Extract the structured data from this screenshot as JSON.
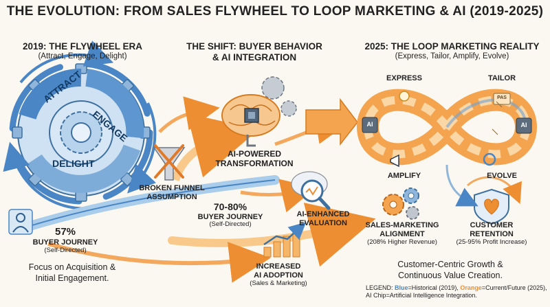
{
  "title": "THE EVOLUTION: FROM SALES FLYWHEEL TO LOOP MARKETING & AI (2019-2025)",
  "col1": {
    "title": "2019: THE FLYWHEEL ERA",
    "subtitle": "(Attract, Engage, Delight)",
    "attract": "ATTRACT",
    "engage": "ENGAGE",
    "delight": "DELIGHT",
    "stat": "57%",
    "stat_label": "BUYER JOURNEY",
    "stat_sub": "(Self-Directed)",
    "footer_line1": "Focus on Acquisition &",
    "footer_line2": "Initial Engagement."
  },
  "col2": {
    "title_line1": "THE SHIFT: BUYER BEHAVIOR",
    "title_line2": "& AI INTEGRATION",
    "ai_label_line1": "AI-POWERED",
    "ai_label_line2": "TRANSFORMATION",
    "funnel_line1": "BROKEN FUNNEL",
    "funnel_line2": "ASSUMPTION",
    "stat": "70-80%",
    "stat_label": "BUYER JOURNEY",
    "stat_sub": "(Self-Directed)",
    "eval_line1": "AI-ENHANCED",
    "eval_line2": "EVALUATION",
    "adopt_line1": "INCREASED",
    "adopt_line2": "AI ADOPTION",
    "adopt_sub": "(Sales & Marketing)"
  },
  "col3": {
    "title": "2025: THE LOOP MARKETING REALITY",
    "subtitle": "(Express, Tailor, Amplify, Evolve)",
    "express": "EXPRESS",
    "tailor": "TAILOR",
    "amplify": "AMPLIFY",
    "evolve": "EVOLVE",
    "chip_left": "AI",
    "chip_right": "AI",
    "tag": "PAS",
    "align_line1": "SALES-MARKETING",
    "align_line2": "ALIGNMENT",
    "align_sub": "(208% Higher Revenue)",
    "ret_line1": "CUSTOMER",
    "ret_line2": "RETENTION",
    "ret_sub": "(25-95% Profit Increase)",
    "footer_line1": "Customer-Centric Growth &",
    "footer_line2": "Continuous Value Creation."
  },
  "legend": {
    "prefix": "LEGEND: ",
    "blue": "Blue",
    "blue_text": "=Historical (2019), ",
    "orange": "Orange",
    "orange_text": "=Current/Future (2025),",
    "line2": "AI Chip=Artificial Intelligence Integration."
  },
  "colors": {
    "blue": "#4a86c5",
    "light_blue": "#a9cdea",
    "orange": "#ee8e33",
    "light_orange": "#f8c98a",
    "gray": "#8a8f96"
  }
}
